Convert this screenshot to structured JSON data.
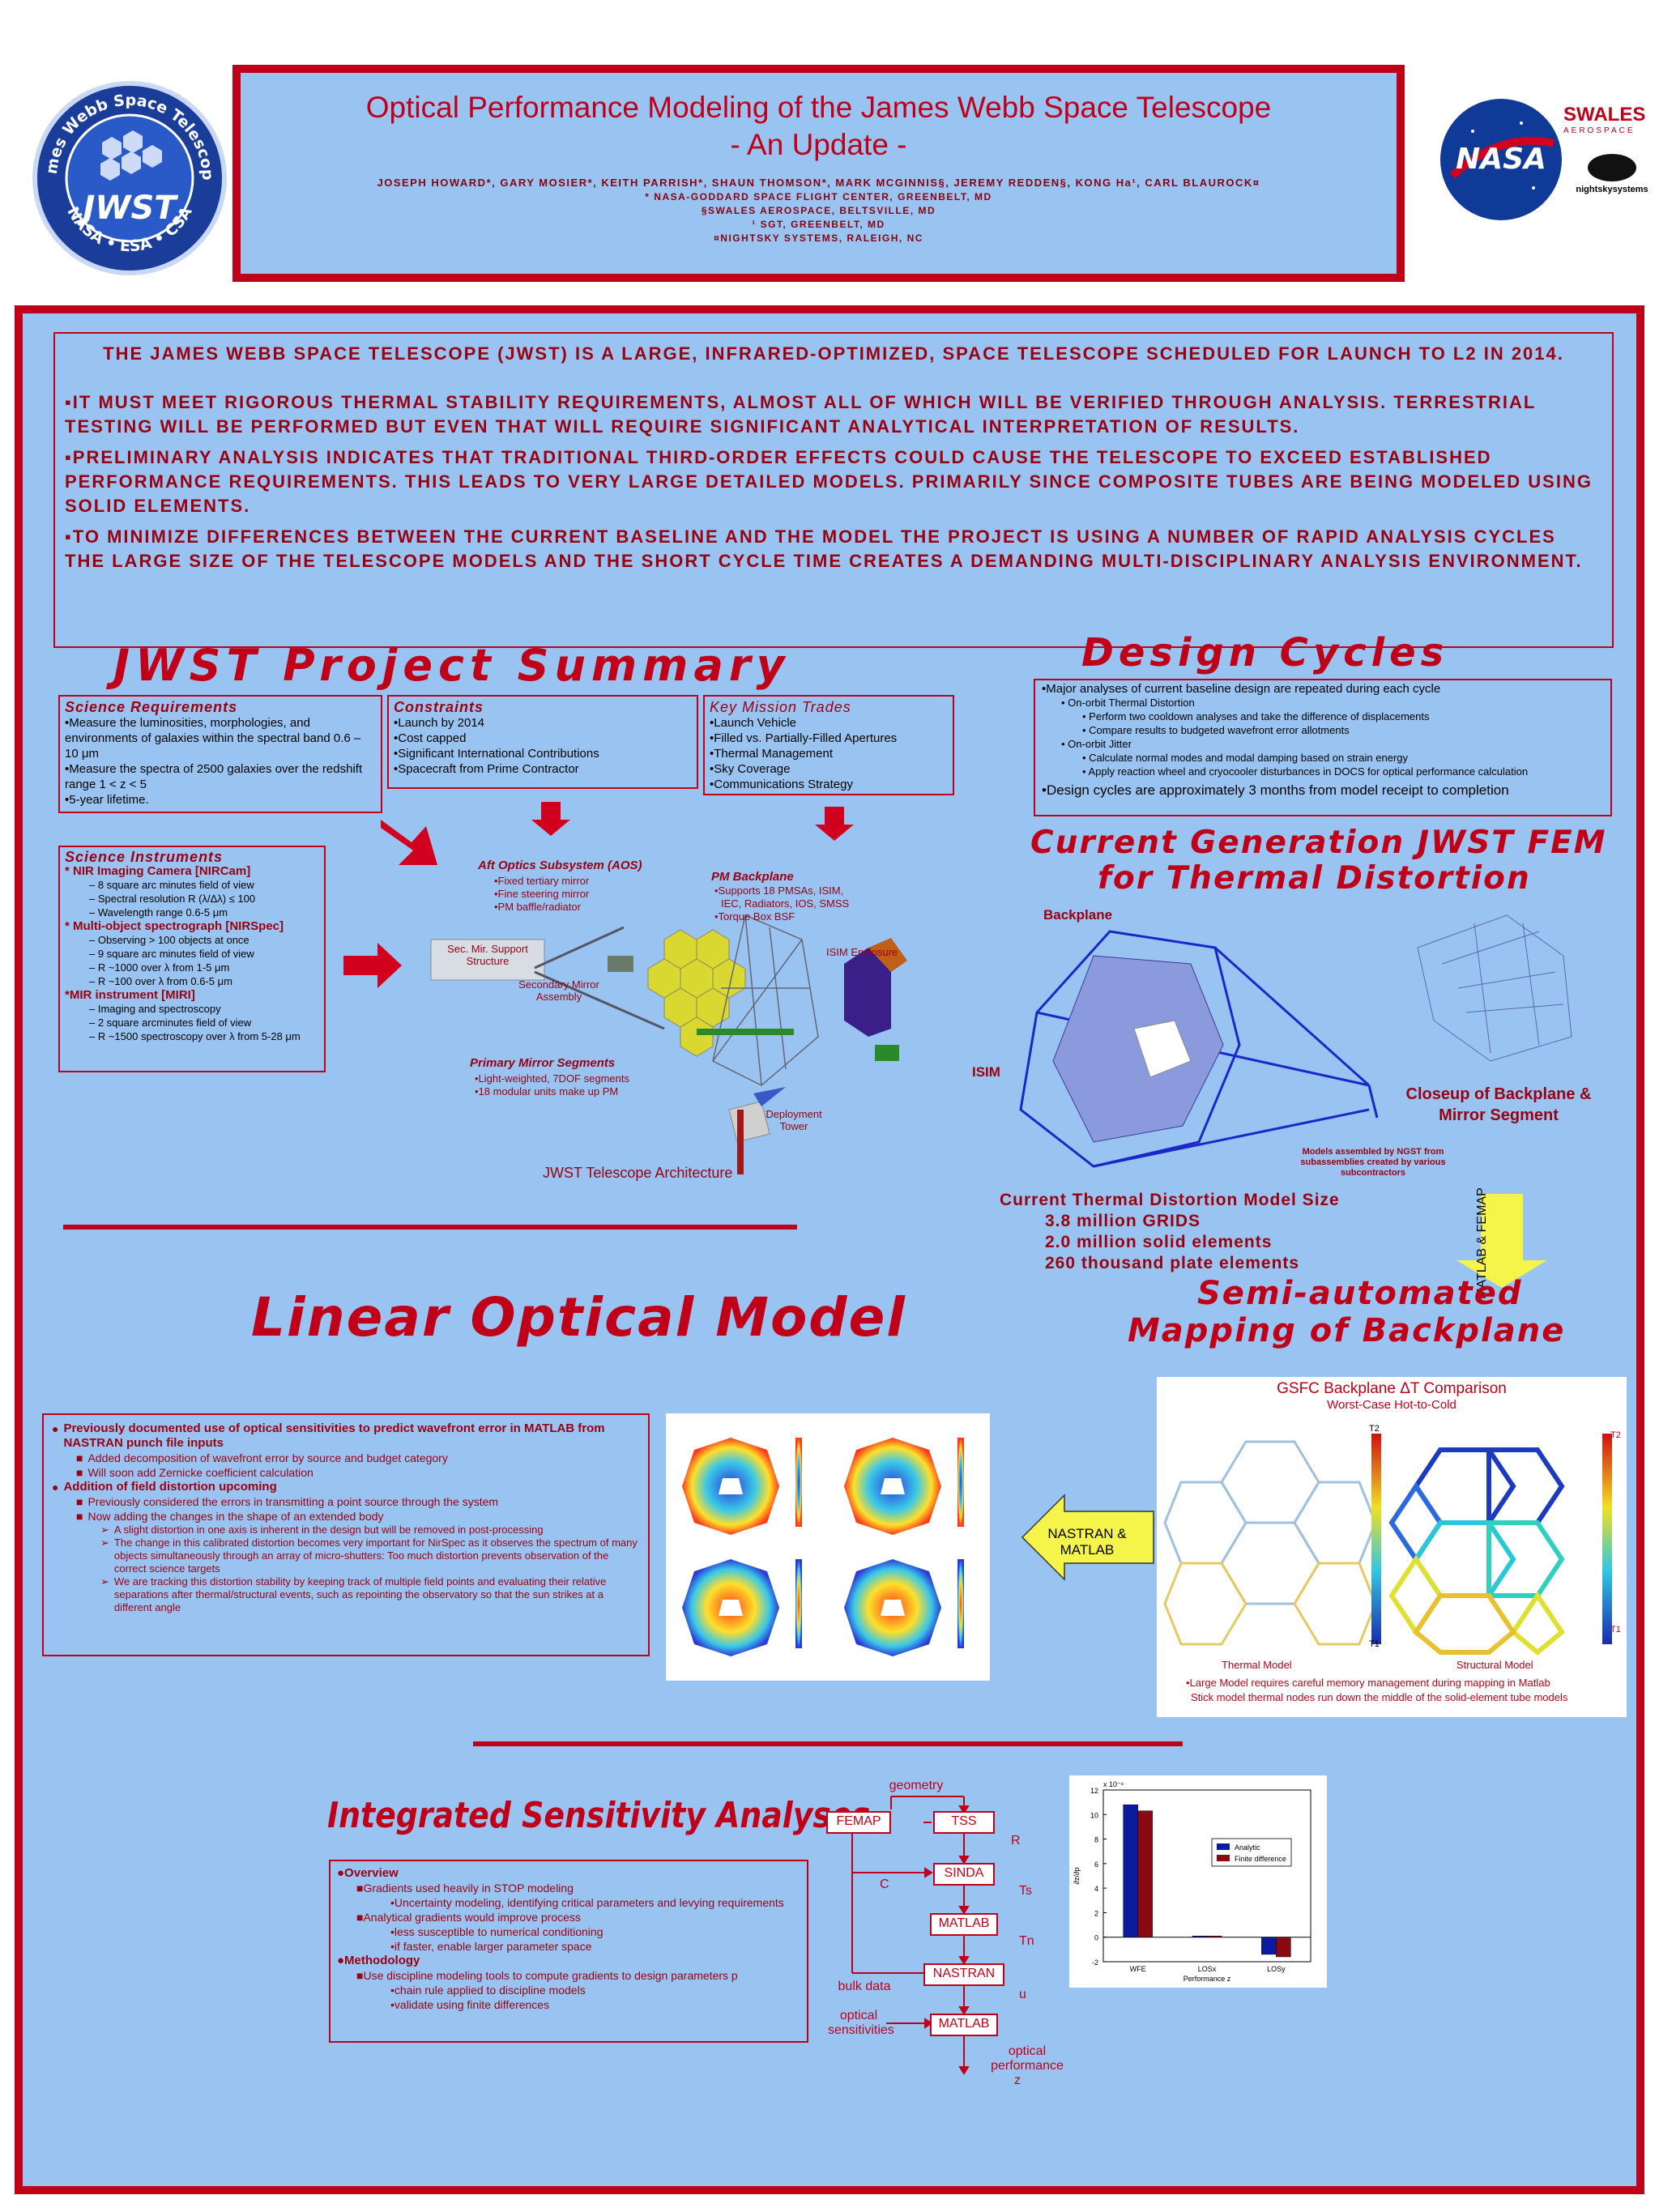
{
  "header": {
    "title_line1": "Optical Performance Modeling of the James Webb Space Telescope",
    "title_line2": "- An Update -",
    "authors": "JOSEPH HOWARD*, GARY MOSIER*, KEITH PARRISH*, SHAUN THOMSON*, MARK MCGINNIS§, JEREMY REDDEN§, KONG Ha¹, CARL BLAUROCK¤",
    "aff1": "* NASA-GODDARD SPACE FLIGHT CENTER, GREENBELT, MD",
    "aff2": "§SWALES AEROSPACE, BELTSVILLE, MD",
    "aff3": "¹ SGT, GREENBELT, MD",
    "aff4": "¤NIGHTSKY SYSTEMS, RALEIGH, NC"
  },
  "logos": {
    "jwst_ring_top": "James Webb Space Telescope",
    "jwst_center": "JWST",
    "jwst_ring_bottom": "NASA • ESA • CSA",
    "nasa": "NASA",
    "swales": "SWALES",
    "swales_sub": "AEROSPACE",
    "nightsky": "nightskysystems"
  },
  "intro": {
    "lead": "THE JAMES WEBB SPACE TELESCOPE (JWST) IS A LARGE, INFRARED-OPTIMIZED, SPACE TELESCOPE SCHEDULED FOR LAUNCH TO L2 IN 2014.",
    "b1": "▪IT MUST MEET RIGOROUS THERMAL STABILITY REQUIREMENTS, ALMOST ALL OF WHICH WILL BE VERIFIED THROUGH ANALYSIS. TERRESTRIAL TESTING WILL BE PERFORMED BUT EVEN THAT WILL REQUIRE SIGNIFICANT ANALYTICAL INTERPRETATION OF RESULTS.",
    "b2": "▪PRELIMINARY ANALYSIS INDICATES THAT TRADITIONAL THIRD-ORDER EFFECTS COULD CAUSE THE TELESCOPE TO EXCEED ESTABLISHED PERFORMANCE REQUIREMENTS.  THIS LEADS TO VERY LARGE DETAILED MODELS. PRIMARILY SINCE COMPOSITE TUBES ARE BEING MODELED USING SOLID ELEMENTS.",
    "b3": "▪TO MINIMIZE DIFFERENCES BETWEEN THE CURRENT BASELINE AND THE MODEL THE PROJECT IS USING A NUMBER OF RAPID ANALYSIS CYCLES THE LARGE SIZE OF THE TELESCOPE MODELS AND THE SHORT CYCLE TIME CREATES A DEMANDING MULTI-DISCIPLINARY ANALYSIS ENVIRONMENT."
  },
  "sections": {
    "project_summary": "JWST Project Summary",
    "design_cycles": "Design Cycles",
    "fem_line1": "Current Generation JWST FEM",
    "fem_line2": "for Thermal Distortion",
    "linear_model": "Linear Optical Model",
    "mapping_line1": "Semi-automated",
    "mapping_line2": "Mapping of Backplane",
    "integrated": "Integrated Sensitivity Analyses"
  },
  "science_req": {
    "heading": "Science Requirements",
    "items": [
      "•Measure the luminosities, morphologies, and environments of galaxies within the spectral band 0.6 – 10 μm",
      "•Measure the spectra of 2500 galaxies over the redshift range 1 < z < 5",
      "•5-year lifetime."
    ]
  },
  "constraints": {
    "heading": "Constraints",
    "items": [
      "•Launch by 2014",
      "•Cost capped",
      "•Significant International Contributions",
      "•Spacecraft from Prime Contractor"
    ]
  },
  "trades": {
    "heading": "Key Mission Trades",
    "items": [
      "•Launch Vehicle",
      "•Filled vs. Partially-Filled Apertures",
      "•Thermal Management",
      "•Sky Coverage",
      "•Communications Strategy"
    ]
  },
  "design_cycles_box": {
    "l1": "•Major analyses of current baseline design are repeated during each cycle",
    "l2": "•   On-orbit Thermal Distortion",
    "l3": "•   Perform two cooldown analyses and take the difference of displacements",
    "l4": "•   Compare results to budgeted wavefront error allotments",
    "l5": "•   On-orbit Jitter",
    "l6": "•   Calculate normal modes and modal damping based on strain energy",
    "l7": "•   Apply reaction wheel and cryocooler disturbances in DOCS for optical performance calculation",
    "l8": "•Design cycles are approximately 3 months from model receipt to completion"
  },
  "instruments": {
    "heading": "Science Instruments",
    "nircam": "*  NIR Imaging Camera [NIRCam]",
    "nircam_items": [
      "–  8 square arc minutes field of view",
      "– Spectral resolution R (λ/Δλ) ≤ 100",
      "– Wavelength range 0.6-5 μm"
    ],
    "nirspec": "*  Multi-object spectrograph [NIRSpec]",
    "nirspec_items": [
      "– Observing > 100 objects at once",
      "– 9 square arc minutes field of view",
      "– R ~1000 over λ from 1-5 μm",
      "– R ~100 over λ from 0.6-5 μm"
    ],
    "miri": "*MIR instrument [MIRI]",
    "miri_items": [
      "–  Imaging and spectroscopy",
      "– 2 square arcminutes field of view",
      "– R ~1500 spectroscopy over λ from 5-28 μm"
    ]
  },
  "architecture": {
    "aos_title": "Aft Optics Subsystem (AOS)",
    "aos_items": [
      "•Fixed tertiary mirror",
      "•Fine steering mirror",
      "•PM baffle/radiator"
    ],
    "pm_backplane": "PM Backplane",
    "pm_items": [
      "•Supports 18 PMSAs, ISIM,",
      "IEC, Radiators, IOS, SMSS",
      "•Torque Box BSF"
    ],
    "sec_mir_support": "Sec. Mir. Support Structure",
    "secondary_mirror": "Secondary Mirror Assembly",
    "isim_enclosure": "ISIM Enclosure",
    "primary_segments": "Primary Mirror Segments",
    "primary_items": [
      "•Light-weighted, 7DOF segments",
      "•18 modular units make up PM"
    ],
    "deployment_tower": "Deployment Tower",
    "caption": "JWST Telescope Architecture"
  },
  "fem": {
    "backplane": "Backplane",
    "isim": "ISIM",
    "closeup": "Closeup of Backplane & Mirror Segment",
    "ngst_note": "Models assembled by NGST from subassemblies created by various subcontractors",
    "size_title": "Current Thermal Distortion Model Size",
    "size1": "3.8 million GRIDS",
    "size2": "2.0 million solid elements",
    "size3": "260 thousand plate elements",
    "matlab_femap": "MATLAB & FEMAP"
  },
  "linear": {
    "b1": "Previously documented use of optical sensitivities to predict wavefront error in MATLAB from NASTRAN punch file inputs",
    "b1a": "Added decomposition of wavefront error by source and budget category",
    "b1b": "Will soon add Zernicke coefficient calculation",
    "b2": "Addition of field distortion upcoming",
    "b2a": "Previously considered the errors in transmitting a point source through the system",
    "b2b": "Now adding the changes in the shape of an extended body",
    "b2b1": "A slight distortion in one axis is inherent in the design but will be removed in post-processing",
    "b2b2": "The change in this calibrated distortion becomes very important for NirSpec as it observes the spectrum of many objects simultaneously through an array of micro-shutters: Too much distortion prevents observation of the correct science targets",
    "b2b3": "We are tracking this distortion stability by keeping track of multiple field points and evaluating their relative separations after thermal/structural events, such as repointing the observatory so that the sun strikes at a different angle",
    "nastran_matlab": "NASTRAN & MATLAB"
  },
  "mapping": {
    "title": "GSFC Backplane ΔT Comparison",
    "subtitle": "Worst-Case Hot-to-Cold",
    "t2_left": "T2",
    "t1_left": "T1",
    "t2_right": "T2",
    "t1_right": "T1",
    "thermal_label": "Thermal Model",
    "structural_label": "Structural Model",
    "note1": "•Large Model requires careful memory management during mapping in Matlab",
    "note2": "Stick model thermal nodes run down the middle of the solid-element tube models"
  },
  "integrated": {
    "overview": "●Overview",
    "o1": "■Gradients used heavily in STOP modeling",
    "o1a": "•Uncertainty modeling, identifying critical parameters and levying requirements",
    "o2": "■Analytical gradients would improve process",
    "o2a": "•less susceptible to numerical conditioning",
    "o2b": "•if faster, enable larger parameter space",
    "methodology": "●Methodology",
    "m1": "■Use discipline modeling tools to compute gradients to design parameters p",
    "m1a": "•chain rule applied to discipline models",
    "m1b": "•validate using finite differences"
  },
  "flow": {
    "geometry": "geometry",
    "femap": "FEMAP",
    "tss": "TSS",
    "r": "R",
    "c": "C",
    "sinda": "SINDA",
    "ts": "Ts",
    "matlab1": "MATLAB",
    "tn": "Tn",
    "nastran": "NASTRAN",
    "bulk": "bulk data",
    "u": "u",
    "optical_sens": "optical sensitivities",
    "matlab2": "MATLAB",
    "optical_perf": "optical performance",
    "z": "z"
  },
  "chart_data": {
    "type": "bar",
    "categories": [
      "WFE",
      "LOSx",
      "LOSy"
    ],
    "series": [
      {
        "name": "Analytic",
        "values": [
          10.8,
          0.1,
          -1.4
        ]
      },
      {
        "name": "Finite difference",
        "values": [
          10.3,
          0.1,
          -1.6
        ]
      }
    ],
    "xlabel": "Performance z",
    "ylabel": "∂z/∂p",
    "ylim": [
      -2,
      12
    ],
    "yticks": [
      -2,
      0,
      2,
      4,
      6,
      8,
      10,
      12
    ],
    "exponent": "x 10⁻⁶",
    "colors": [
      "#0b1a9e",
      "#8a0a12"
    ],
    "legend": "top-right"
  }
}
